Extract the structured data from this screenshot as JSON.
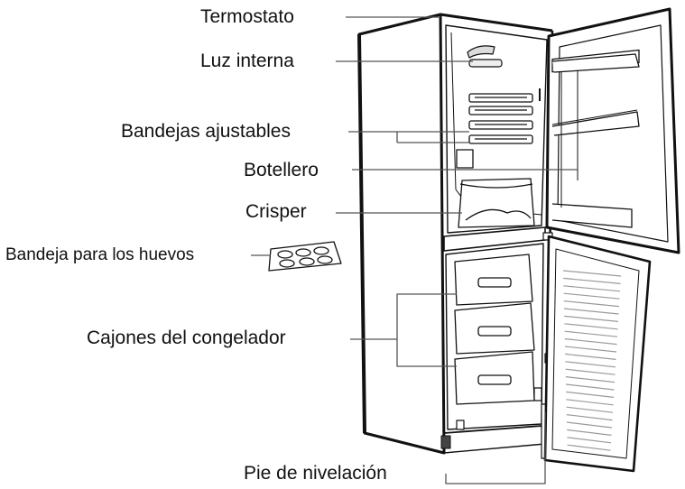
{
  "labels": {
    "termostato": "Termostato",
    "luz_interna": "Luz interna",
    "bandejas_ajustables": "Bandejas ajustables",
    "botellero": "Botellero",
    "crisper": "Crisper",
    "bandeja_huevos": "Bandeja para los huevos",
    "cajones_congelador": "Cajones del congelador",
    "pie_nivelacion": "Pie de nivelación"
  },
  "colors": {
    "line": "#111111",
    "background": "#ffffff",
    "hatch": "#9a9a9a"
  }
}
